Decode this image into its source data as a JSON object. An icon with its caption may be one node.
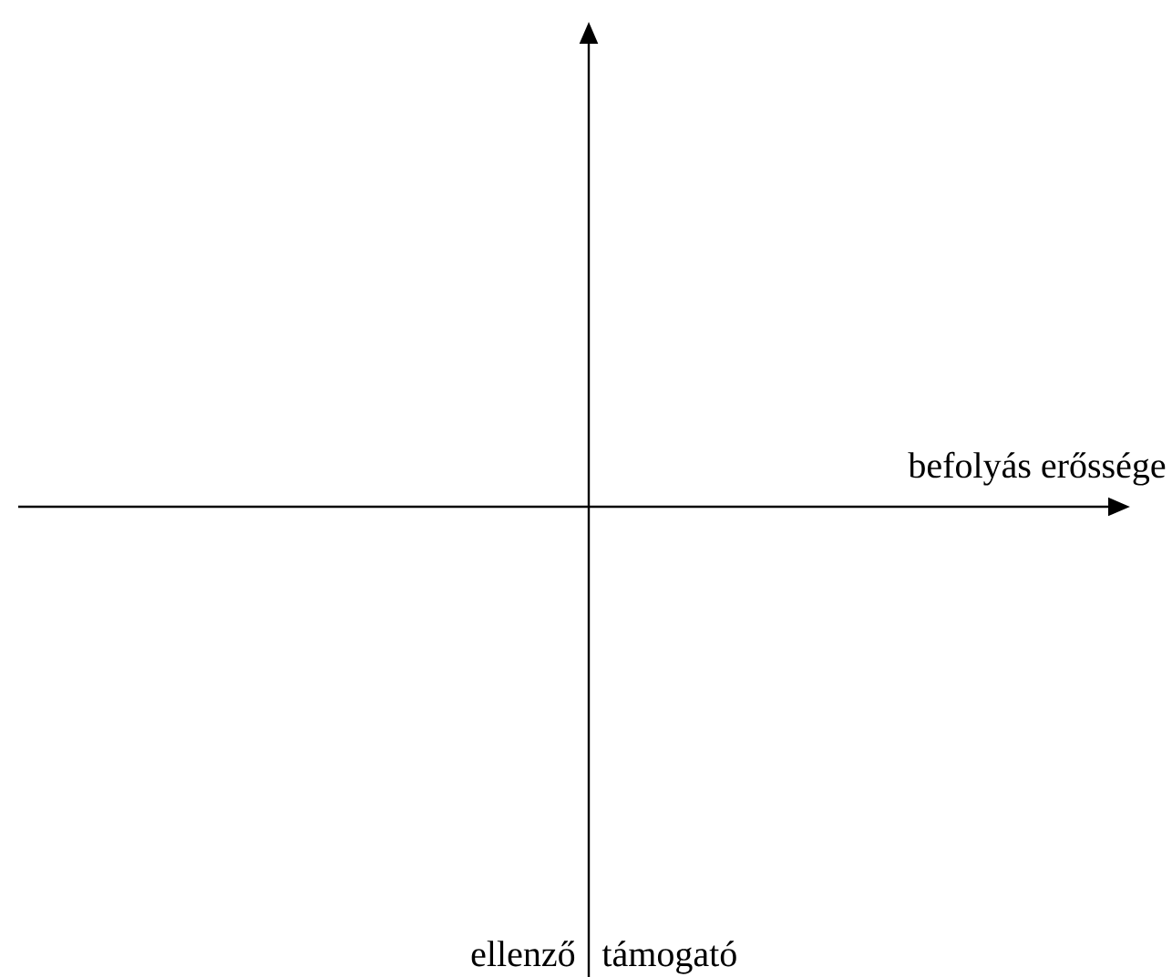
{
  "diagram": {
    "labels": [
      "befolyás erőssége",
      "ellenző",
      "támogató"
    ]
  }
}
